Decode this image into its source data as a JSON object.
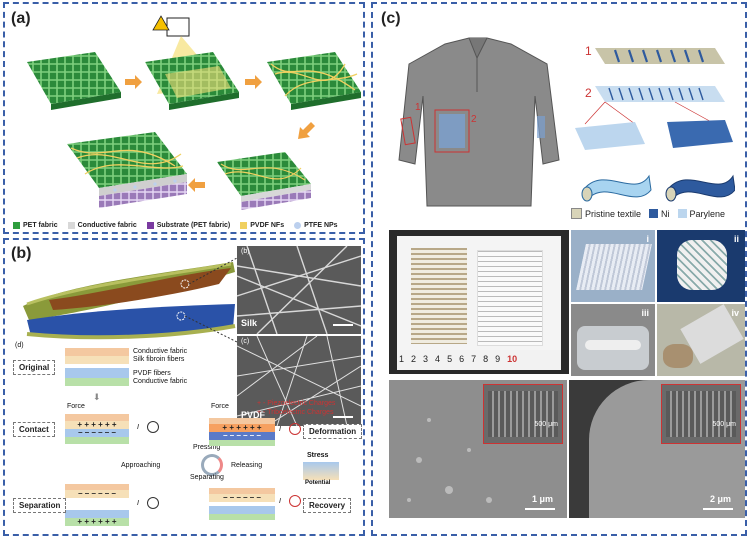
{
  "panels": {
    "a": {
      "label": "(a)"
    },
    "b": {
      "label": "(b)"
    },
    "c": {
      "label": "(c)"
    }
  },
  "legend_a": [
    {
      "label": "PET fabric",
      "color": "#2e9e3e"
    },
    {
      "label": "Conductive fabric",
      "color": "#d8d8d8"
    },
    {
      "label": "Substrate (PET fabric)",
      "color": "#7a3aa0"
    },
    {
      "label": "PVDF NFs",
      "color": "#f0d060"
    },
    {
      "label": "PTFE NPs",
      "color": "#bcd0ee"
    }
  ],
  "panel_b": {
    "sem_top_tag": "(b)",
    "sem_top_label": "Silk",
    "sem_bottom_tag": "(c)",
    "sem_bottom_label": "PVDF",
    "diagram_tag": "(d)",
    "layer_labels": [
      "Conductive fabric",
      "Silk fibroin fibers",
      "PVDF fibers",
      "Conductive fabric"
    ],
    "stages": {
      "original": "Original",
      "contact": "Contact",
      "deformation": "Deformation",
      "separation": "Separation",
      "recovery": "Recovery"
    },
    "force1": "Force",
    "force2": "Force",
    "charge_legend": [
      "+ - Piezoelectric Charges",
      "+ - Triboelectric Charges"
    ],
    "pressing": "Pressing",
    "separating": "Separating",
    "approaching": "Approaching",
    "releasing": "Releasing",
    "stress": "Stress",
    "potential": "Potential",
    "current_symbol": "I"
  },
  "panel_c": {
    "num1": "1",
    "num2": "2",
    "legend": [
      "Pristine textile",
      "Ni",
      "Parylene"
    ],
    "legend_colors": [
      "#d8d4b8",
      "#2e5a9e",
      "#bcd6ee"
    ],
    "photo_labels": [
      "i",
      "ii",
      "iii",
      "iv"
    ],
    "ruler_numbers": [
      "1",
      "2",
      "3",
      "4",
      "5",
      "6",
      "7",
      "8",
      "9",
      "10"
    ],
    "scale_left": "1 μm",
    "scale_right": "2 μm",
    "inset_scale_left": "500 μm",
    "inset_scale_right": "500 μm"
  }
}
